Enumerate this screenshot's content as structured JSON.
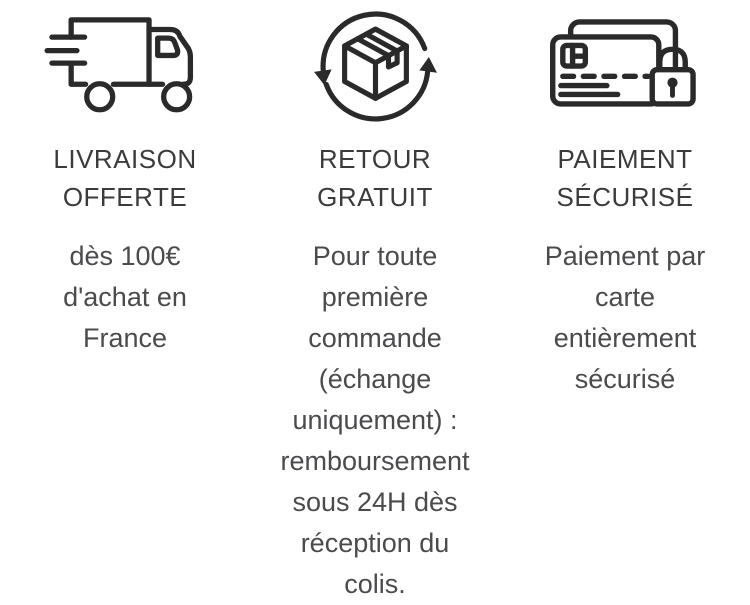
{
  "page": {
    "background_color": "#ffffff",
    "title_color": "#3b3b3d",
    "body_color": "#4b4b4e",
    "icon_color": "#2a2a2a"
  },
  "benefits": [
    {
      "icon": "shipping-truck-icon",
      "title": "LIVRAISON\nOFFERTE",
      "description": "dès 100€\nd'achat en\nFrance"
    },
    {
      "icon": "return-package-icon",
      "title": "RETOUR\nGRATUIT",
      "description": "Pour toute\npremière\ncommande\n(échange\nuniquement) :\nremboursement\nsous 24H dès\nréception du\ncolis."
    },
    {
      "icon": "secure-payment-icon",
      "title": "PAIEMENT\nSÉCURISÉ",
      "description": "Paiement par\ncarte\nentièrement\nsécurisé"
    }
  ]
}
